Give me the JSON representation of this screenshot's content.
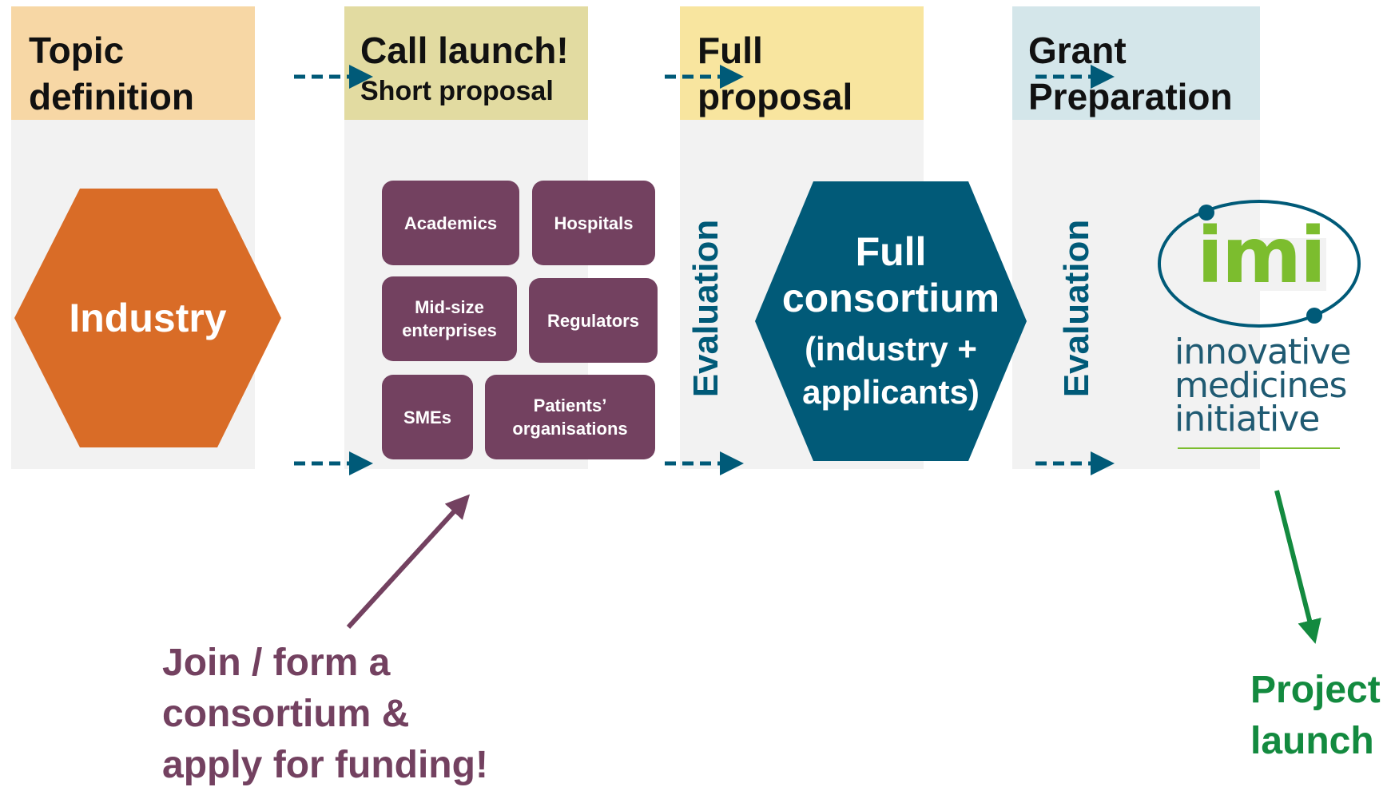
{
  "columns": [
    {
      "title_lines": [
        "Topic",
        "definition"
      ],
      "subtitle": "",
      "header_color": "#f7d7a5"
    },
    {
      "title_lines": [
        "Call launch!"
      ],
      "subtitle": "Short proposal",
      "header_color": "#e2dba1"
    },
    {
      "title_lines": [
        "Full",
        "proposal"
      ],
      "subtitle": "",
      "header_color": "#f8e59f"
    },
    {
      "title_lines": [
        "Grant",
        "Preparation"
      ],
      "subtitle": "",
      "header_color": "#d4e6ea"
    }
  ],
  "industry_label": "Industry",
  "applicant_tiles": [
    "Academics",
    "Hospitals",
    "Mid-size enterprises",
    "Regulators",
    "SMEs",
    "Patients’ organisations"
  ],
  "evaluation_label": "Evaluation",
  "full_consortium": {
    "line1": "Full",
    "line2": "consortium",
    "line3": "(industry +",
    "line4": "applicants)"
  },
  "imi_logo": {
    "mark": "imi",
    "line1": "innovative",
    "line2": "medicines",
    "line3": "initiative"
  },
  "callout": {
    "line1": "Join / form a",
    "line2": "consortium &",
    "line3": "apply for funding!"
  },
  "project_launch": {
    "line1": "Project",
    "line2": "launch"
  },
  "colors": {
    "industry_hex": "#d96c27",
    "consortium_hex": "#015a78",
    "tile": "#734160",
    "arrow_dashed": "#005a78",
    "callout_purple": "#734160",
    "launch_green": "#138a3f",
    "imi_green": "#7cbd2e"
  }
}
